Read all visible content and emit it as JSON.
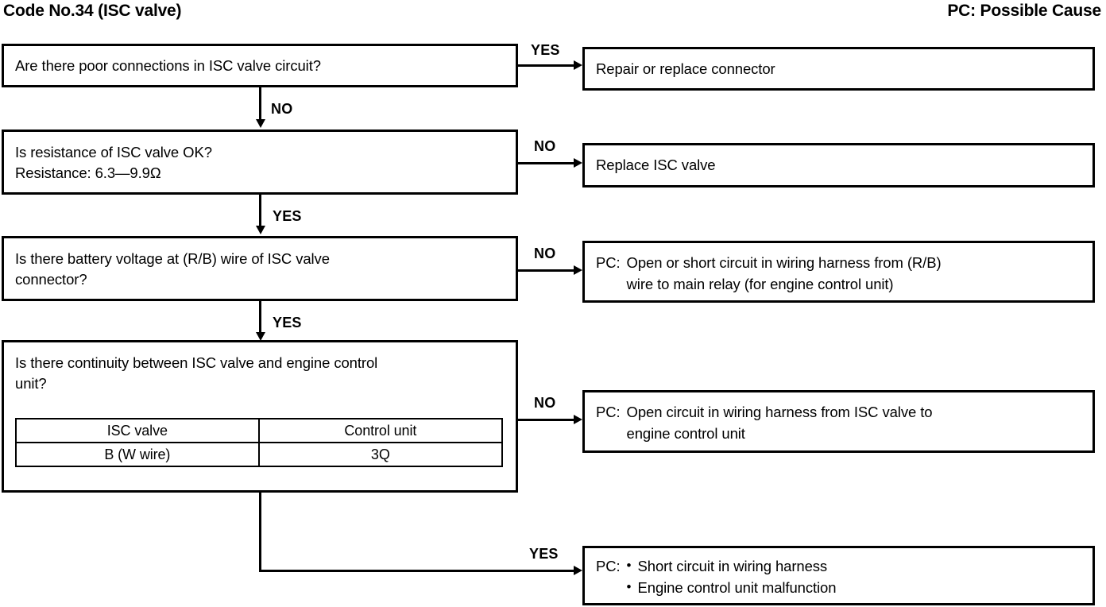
{
  "document": {
    "title": "Code No.34 (ISC valve)",
    "legend": "PC: Possible Cause"
  },
  "flowchart": {
    "type": "troubleshooting-flowchart",
    "decisions": [
      {
        "id": "d1",
        "text": "Are there poor connections in ISC valve circuit?",
        "yes_label": "YES",
        "no_label": "NO"
      },
      {
        "id": "d2",
        "line1": "Is resistance of ISC valve OK?",
        "line2": "Resistance: 6.3—9.9Ω",
        "yes_label": "YES",
        "no_label": "NO"
      },
      {
        "id": "d3",
        "line1": "Is there battery voltage at (R/B) wire of ISC valve",
        "line2": "connector?",
        "yes_label": "YES",
        "no_label": "NO"
      },
      {
        "id": "d4",
        "line1": "Is there continuity between ISC valve and engine control",
        "line2": "unit?",
        "yes_label": "YES",
        "no_label": "NO",
        "table": {
          "headers": [
            "ISC valve",
            "Control unit"
          ],
          "rows": [
            [
              "B (W wire)",
              "3Q"
            ]
          ]
        }
      }
    ],
    "actions": [
      {
        "id": "a1",
        "text": "Repair or replace connector"
      },
      {
        "id": "a2",
        "text": "Replace ISC valve"
      },
      {
        "id": "a3",
        "label": "PC:",
        "line1": "Open or short circuit in wiring harness from (R/B)",
        "line2": "wire to main relay (for engine control unit)"
      },
      {
        "id": "a4",
        "label": "PC:",
        "line1": "Open circuit in wiring harness from ISC valve to",
        "line2": "engine control unit"
      },
      {
        "id": "a5",
        "label": "PC:",
        "bullets": [
          "Short circuit in wiring harness",
          "Engine control unit malfunction"
        ]
      }
    ],
    "branch_labels": {
      "b1_yes": "YES",
      "b1_no": "NO",
      "b2_no": "NO",
      "b2_yes": "YES",
      "b3_no": "NO",
      "b3_yes": "YES",
      "b4_no": "NO",
      "b4_yes": "YES"
    },
    "colors": {
      "ink": "#000000",
      "paper": "#ffffff"
    }
  }
}
